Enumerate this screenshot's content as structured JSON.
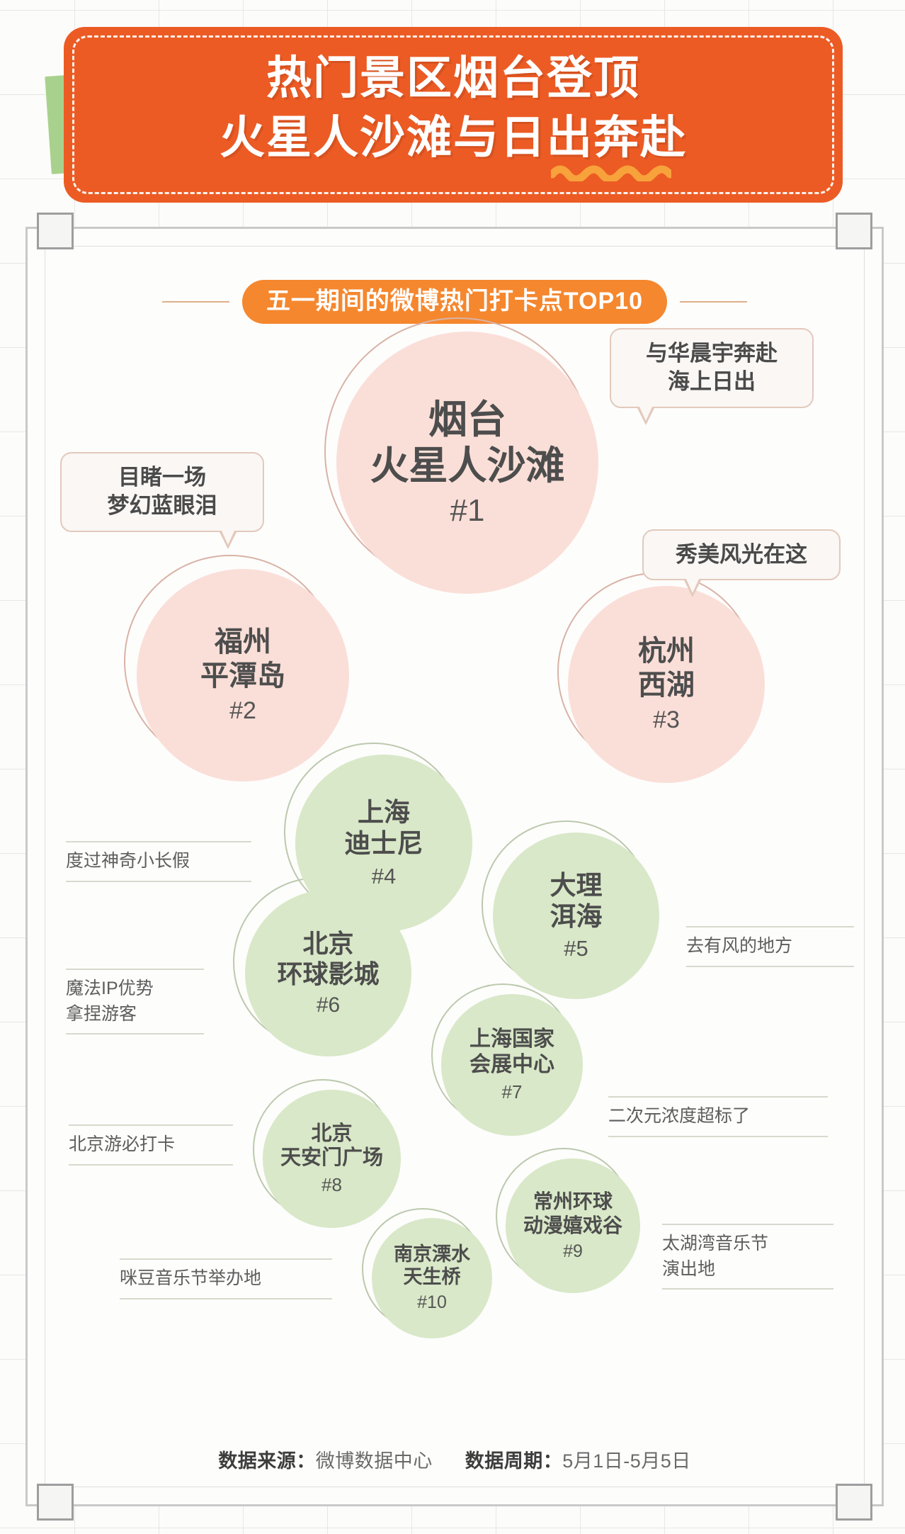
{
  "header": {
    "line1": "热门景区烟台登顶",
    "line2": "火星人沙滩与日出奔赴",
    "accent_color": "#ec5b24",
    "green_tab_color": "#a9d18e",
    "wave_color": "#f7a23b"
  },
  "subtitle": {
    "pill_label": "五一期间的微博热门打卡点TOP10",
    "pill_color": "#f5872e"
  },
  "chart_data": {
    "type": "bubble",
    "title": "五一期间的微博热门打卡点TOP10",
    "xlabel": "",
    "ylabel": "",
    "legend": [],
    "grid": false,
    "note": "Bubble size encodes rank popularity; rank 1 largest, rank 10 smallest. Pink = top 3, green = ranks 4-10.",
    "categories": [
      "烟台火星人沙滩",
      "福州平潭岛",
      "杭州西湖",
      "上海迪士尼",
      "大理洱海",
      "北京环球影城",
      "上海国家会展中心",
      "北京天安门广场",
      "常州环球动漫嬉戏谷",
      "南京溧水天生桥"
    ],
    "values": [
      10,
      9,
      8,
      7,
      6,
      5,
      4,
      3,
      2,
      1
    ],
    "points": [
      {
        "rank": "#1",
        "city": "烟台",
        "spot": "火星人沙滩",
        "color": "#fadfd8",
        "size": 370
      },
      {
        "rank": "#2",
        "city": "福州",
        "spot": "平潭岛",
        "color": "#fadfd8",
        "size": 300
      },
      {
        "rank": "#3",
        "city": "杭州",
        "spot": "西湖",
        "color": "#fadfd8",
        "size": 278
      },
      {
        "rank": "#4",
        "city": "上海",
        "spot": "迪士尼",
        "color": "#d9e8c8",
        "size": 250
      },
      {
        "rank": "#5",
        "city": "大理",
        "spot": "洱海",
        "color": "#d9e8c8",
        "size": 235
      },
      {
        "rank": "#6",
        "city": "北京",
        "spot": "环球影城",
        "color": "#d9e8c8",
        "size": 235
      },
      {
        "rank": "#7",
        "city": "上海国家",
        "spot": "会展中心",
        "color": "#d9e8c8",
        "size": 200
      },
      {
        "rank": "#8",
        "city": "北京",
        "spot": "天安门广场",
        "color": "#d9e8c8",
        "size": 195
      },
      {
        "rank": "#9",
        "city": "常州环球",
        "spot": "动漫嬉戏谷",
        "color": "#d9e8c8",
        "size": 190
      },
      {
        "rank": "#10",
        "city": "南京溧水",
        "spot": "天生桥",
        "color": "#d9e8c8",
        "size": 170
      }
    ]
  },
  "bubbles": [
    {
      "name_line1": "烟台",
      "name_line2": "火星人沙滩",
      "rank": "#1"
    },
    {
      "name_line1": "福州",
      "name_line2": "平潭岛",
      "rank": "#2"
    },
    {
      "name_line1": "杭州",
      "name_line2": "西湖",
      "rank": "#3"
    },
    {
      "name_line1": "上海",
      "name_line2": "迪士尼",
      "rank": "#4"
    },
    {
      "name_line1": "大理",
      "name_line2": "洱海",
      "rank": "#5"
    },
    {
      "name_line1": "北京",
      "name_line2": "环球影城",
      "rank": "#6"
    },
    {
      "name_line1": "上海国家",
      "name_line2": "会展中心",
      "rank": "#7"
    },
    {
      "name_line1": "北京",
      "name_line2": "天安门广场",
      "rank": "#8"
    },
    {
      "name_line1": "常州环球",
      "name_line2": "动漫嬉戏谷",
      "rank": "#9"
    },
    {
      "name_line1": "南京溧水",
      "name_line2": "天生桥",
      "rank": "#10"
    }
  ],
  "callouts": [
    {
      "line1": "与华晨宇奔赴",
      "line2": "海上日出"
    },
    {
      "line1": "目睹一场",
      "line2": "梦幻蓝眼泪"
    },
    {
      "line1": "秀美风光在这",
      "line2": ""
    }
  ],
  "annotations": [
    {
      "line1": "度过神奇小长假",
      "line2": ""
    },
    {
      "line1": "魔法IP优势",
      "line2": "拿捏游客"
    },
    {
      "line1": "北京游必打卡",
      "line2": ""
    },
    {
      "line1": "咪豆音乐节举办地",
      "line2": ""
    },
    {
      "line1": "去有风的地方",
      "line2": ""
    },
    {
      "line1": "二次元浓度超标了",
      "line2": ""
    },
    {
      "line1": "太湖湾音乐节",
      "line2": "演出地"
    }
  ],
  "footer": {
    "source_label": "数据来源：",
    "source_value": "微博数据中心",
    "period_label": "数据周期：",
    "period_value": "5月1日-5月5日"
  }
}
